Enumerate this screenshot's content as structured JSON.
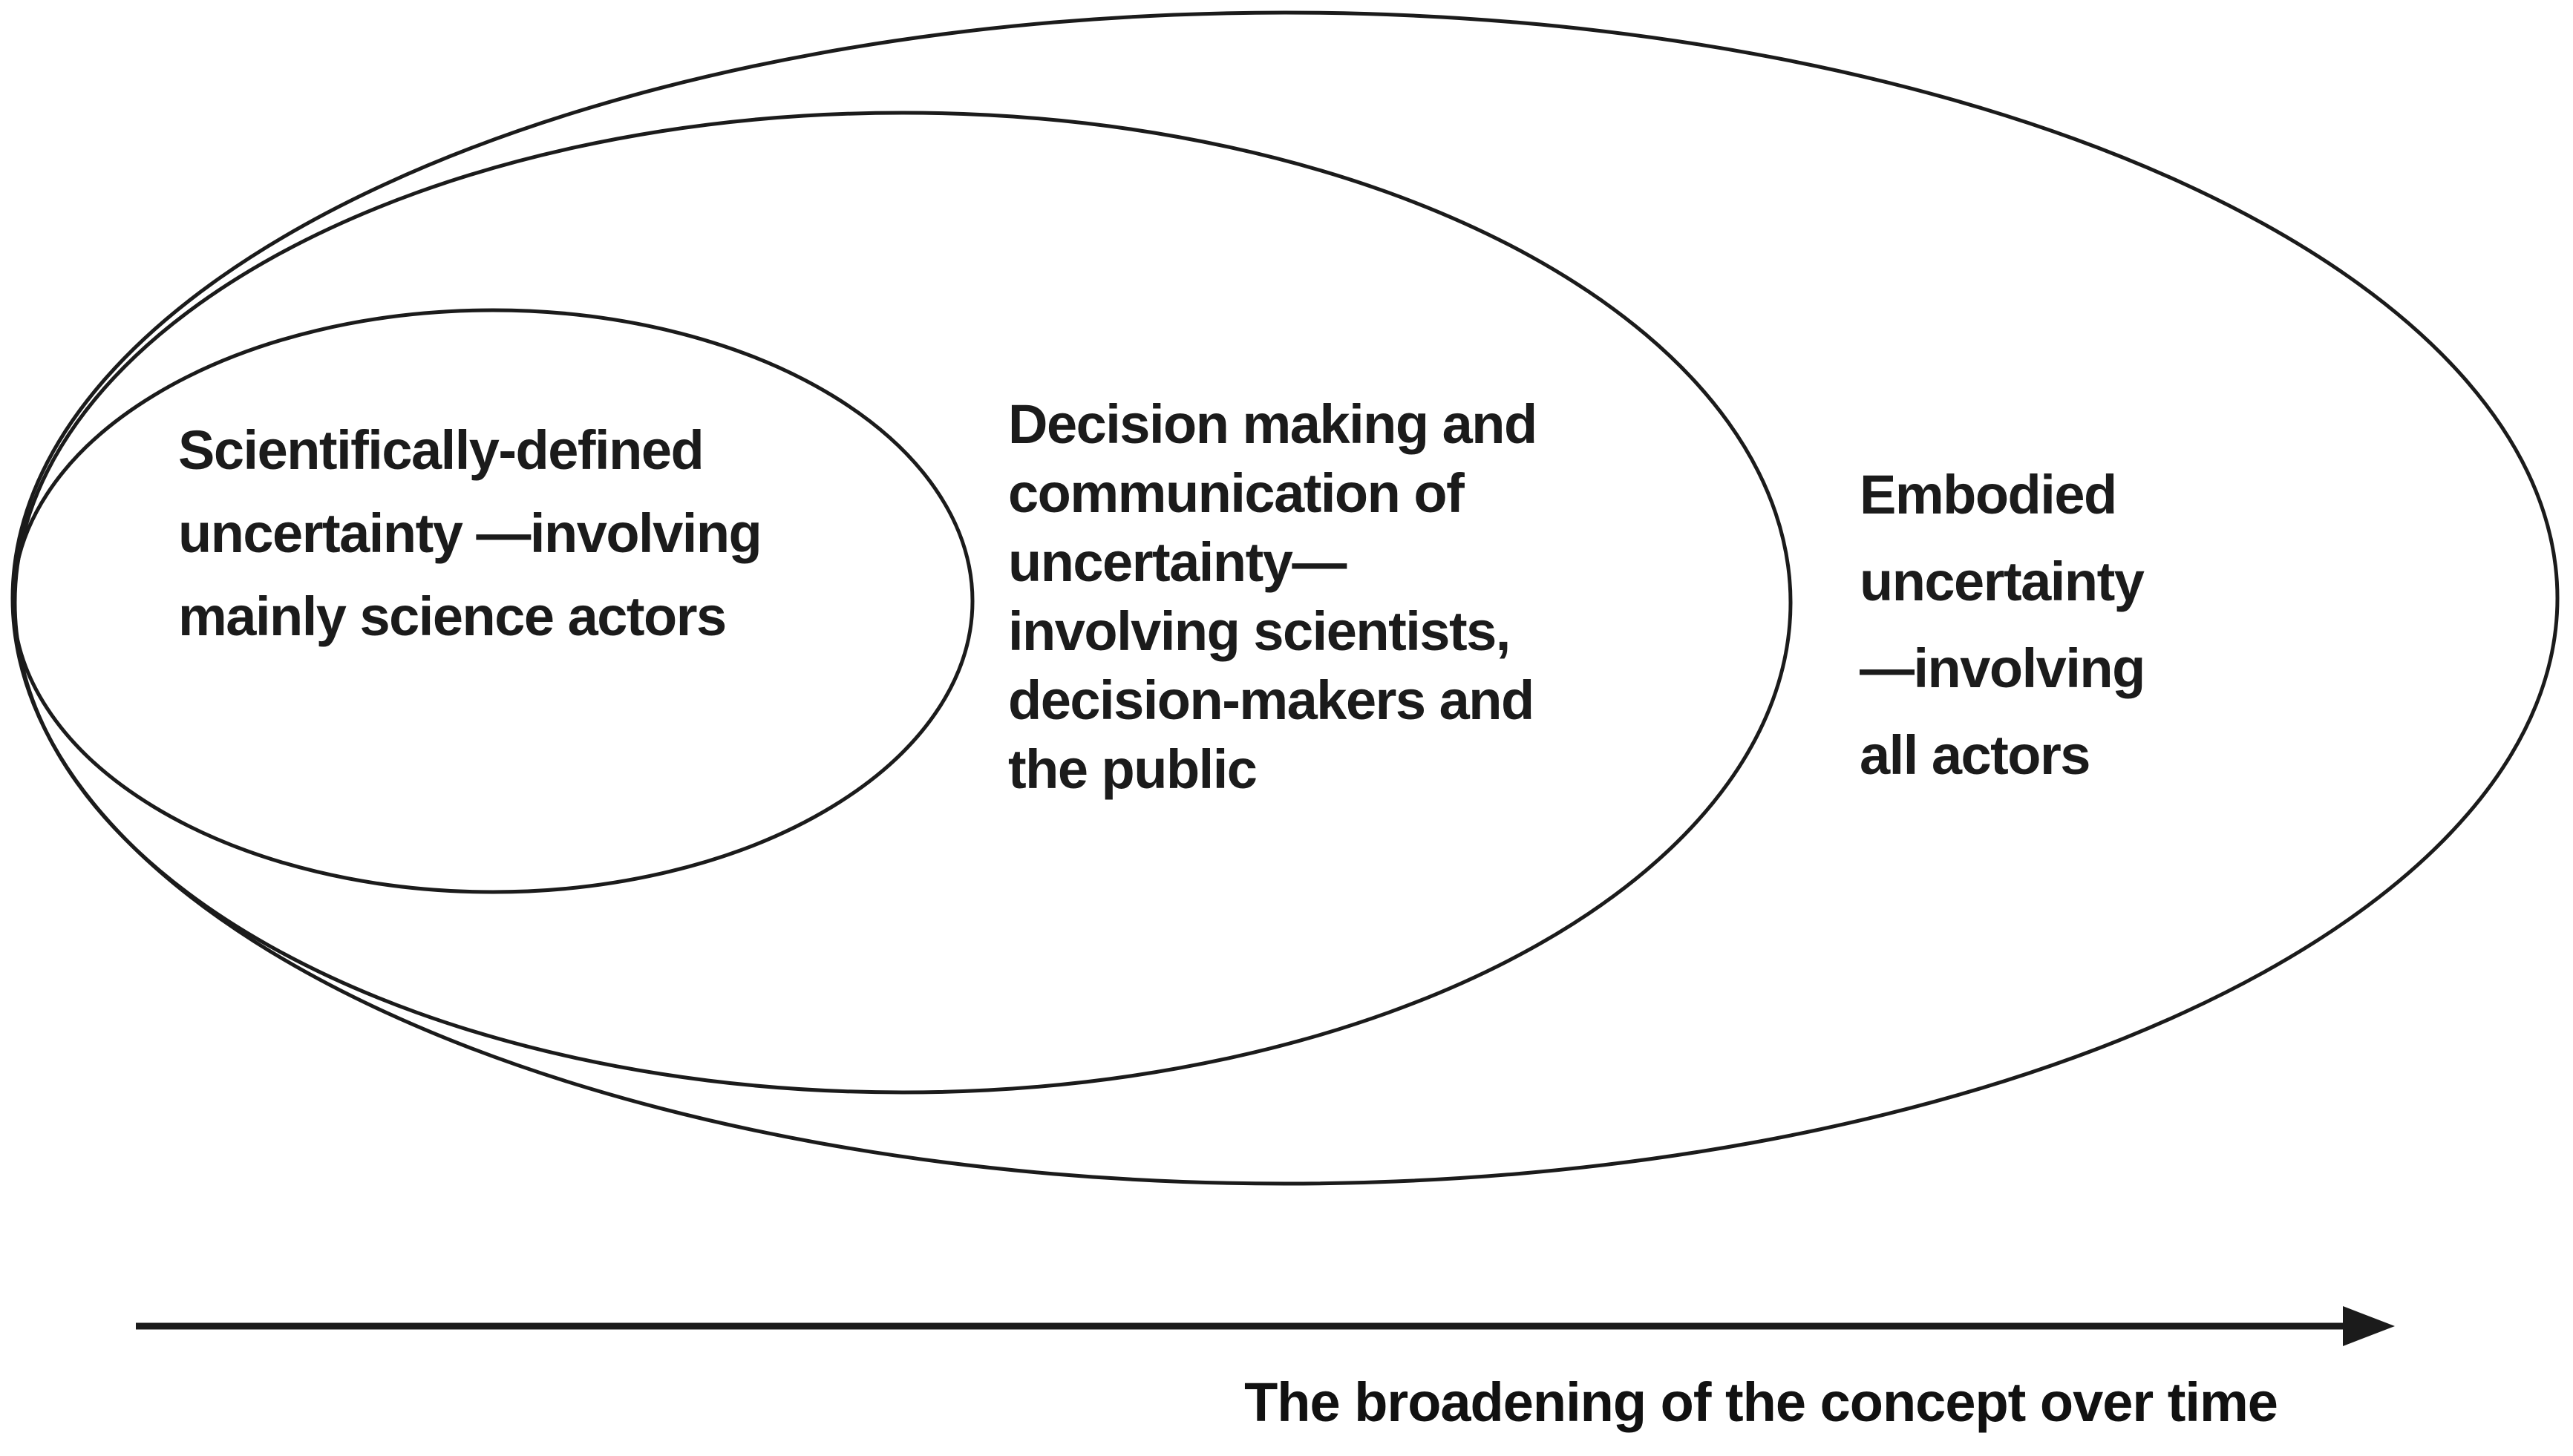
{
  "figure": {
    "type": "nested-ellipse concept diagram",
    "colors": {
      "background": "#ffffff",
      "ink": "#1b1b1b"
    }
  },
  "labels": {
    "inner": "Scientifically-defined\nuncertainty —involving\nmainly science actors",
    "middle": "Decision making and\ncommunication of\nuncertainty—\ninvolving scientists,\ndecision-makers and\nthe public",
    "outer": "Embodied\nuncertainty\n—involving\nall actors"
  },
  "timeline": {
    "caption": "The broadening of the concept over time"
  }
}
